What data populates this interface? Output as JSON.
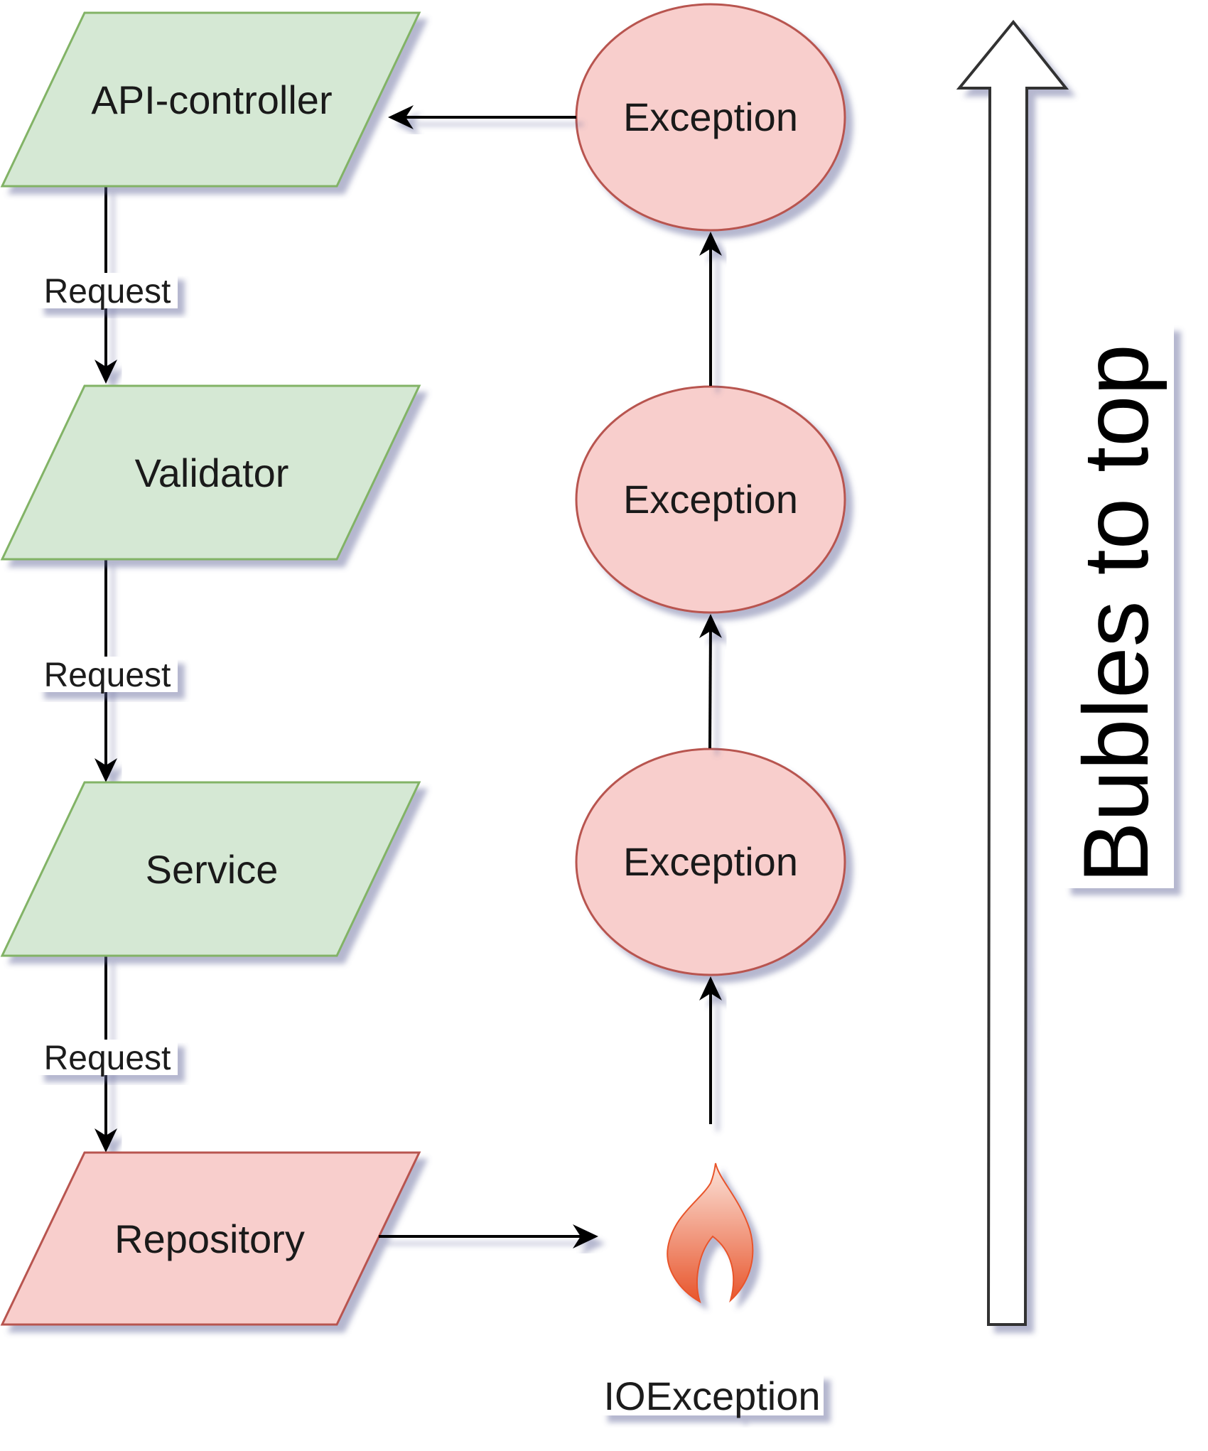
{
  "diagram": {
    "colors": {
      "green_fill": "#d5e8d4",
      "green_stroke": "#82b366",
      "red_fill": "#f8cecc",
      "red_stroke": "#b85450",
      "edge": "#000000",
      "flame_top": "#fbe3da",
      "flame_bottom": "#e8552c"
    },
    "layers": [
      {
        "id": "api",
        "label": "API-controller",
        "style": "green"
      },
      {
        "id": "validator",
        "label": "Validator",
        "style": "green"
      },
      {
        "id": "service",
        "label": "Service",
        "style": "green"
      },
      {
        "id": "repository",
        "label": "Repository",
        "style": "red"
      }
    ],
    "request_edges": [
      {
        "from": "api",
        "to": "validator",
        "label": "Request"
      },
      {
        "from": "validator",
        "to": "service",
        "label": "Request"
      },
      {
        "from": "service",
        "to": "repository",
        "label": "Request"
      }
    ],
    "exceptions": [
      {
        "id": "exc1",
        "label": "Exception"
      },
      {
        "id": "exc2",
        "label": "Exception"
      },
      {
        "id": "exc3",
        "label": "Exception"
      }
    ],
    "error_source": {
      "icon": "flame-icon",
      "label": "IOException"
    },
    "bubble_edges": [
      {
        "from": "error_source",
        "to": "exc3"
      },
      {
        "from": "exc3",
        "to": "exc2"
      },
      {
        "from": "exc2",
        "to": "exc1"
      },
      {
        "from": "exc1",
        "to": "api"
      },
      {
        "from": "repository",
        "to": "error_source"
      }
    ],
    "direction_arrow": {
      "label": "Bubles to top",
      "direction": "up"
    }
  }
}
